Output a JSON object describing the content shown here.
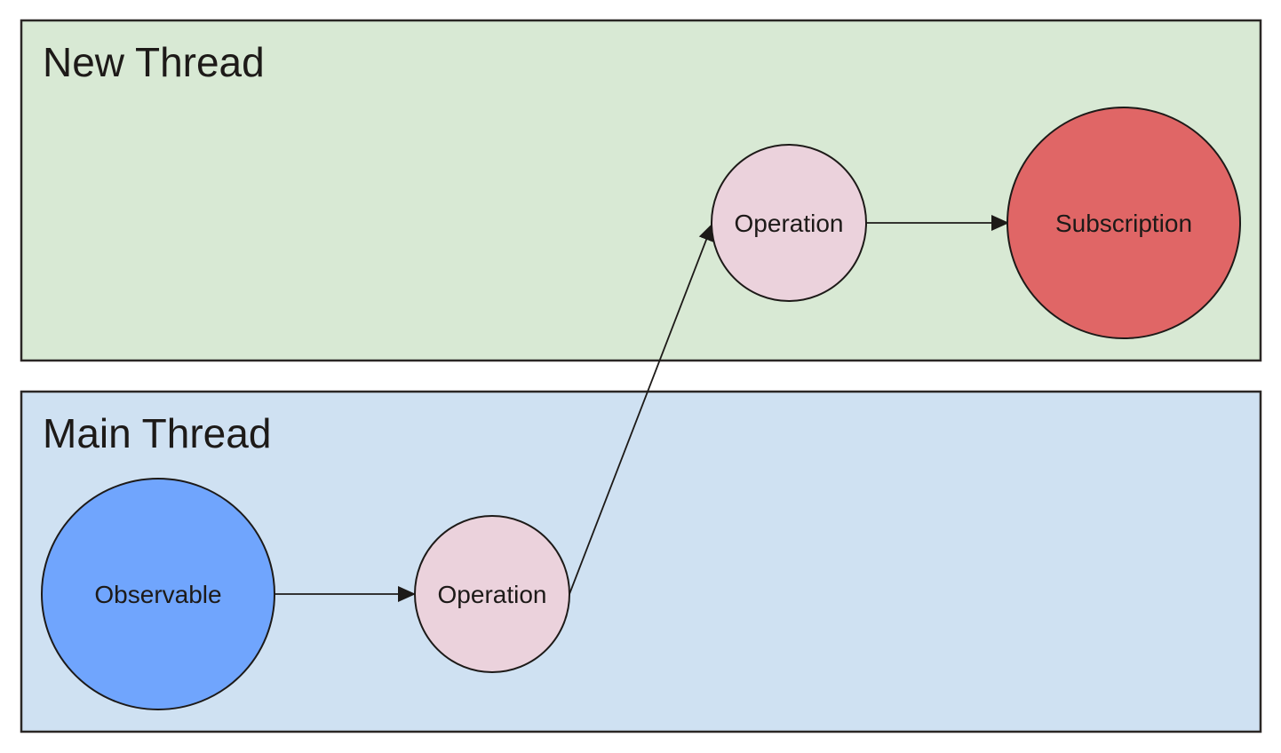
{
  "lanes": {
    "new_thread": {
      "title": "New Thread",
      "color": "#d8e9d4"
    },
    "main_thread": {
      "title": "Main Thread",
      "color": "#cfe1f2"
    }
  },
  "nodes": {
    "observable": {
      "label": "Observable",
      "color": "#70a5fd",
      "lane": "main_thread"
    },
    "operation_main": {
      "label": "Operation",
      "color": "#ebd2dc",
      "lane": "main_thread"
    },
    "operation_new": {
      "label": "Operation",
      "color": "#ebd2dc",
      "lane": "new_thread"
    },
    "subscription": {
      "label": "Subscription",
      "color": "#e06666",
      "lane": "new_thread"
    }
  },
  "edges": [
    {
      "from": "observable",
      "to": "operation_main"
    },
    {
      "from": "operation_main",
      "to": "operation_new"
    },
    {
      "from": "operation_new",
      "to": "subscription"
    }
  ],
  "colors": {
    "stroke": "#1d1a18"
  }
}
